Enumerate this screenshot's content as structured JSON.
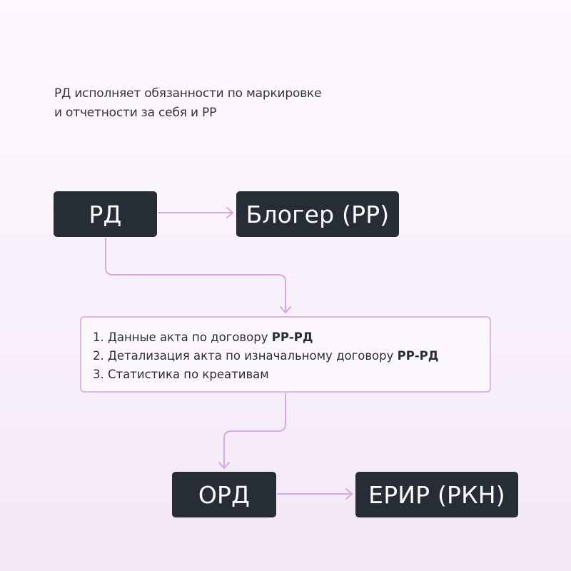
{
  "caption": {
    "line1": "РД исполняет обязанности по маркировке",
    "line2": "и отчетности за себя и РР"
  },
  "nodes": {
    "rd": "РД",
    "blogger": "Блогер (РР)",
    "ord": "ОРД",
    "erir": "ЕРИР (РКН)"
  },
  "documents": {
    "item1": {
      "text": "1. Данные акта по договору ",
      "strong": "РР-РД"
    },
    "item2": {
      "text": "2. Детализация акта по изначальному договору ",
      "strong": "РР-РД"
    },
    "item3": {
      "text": "3. Статистика по креативам"
    }
  },
  "colors": {
    "node_fill": "#272d37",
    "node_text": "#ffffff",
    "connector": "#d7a9e1",
    "background_top": "#fdf9fe",
    "background_bottom": "#f3e7f7"
  }
}
